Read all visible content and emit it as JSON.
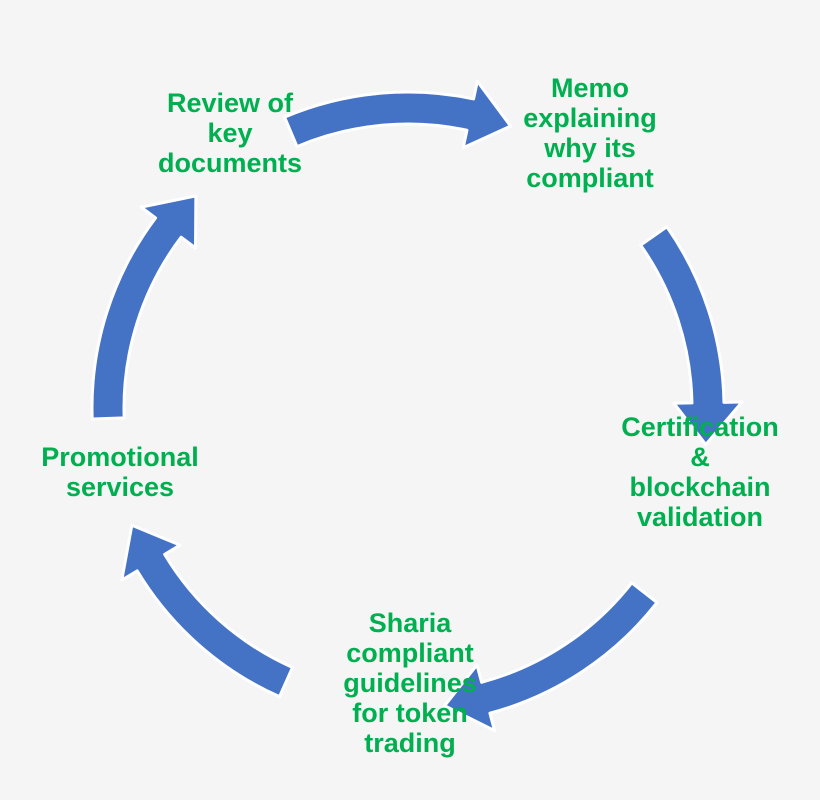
{
  "diagram": {
    "background": "#f5f5f5",
    "arrow_color": "#4472c4",
    "arrow_outline": "#ffffff",
    "text_color": "#00b050",
    "steps": [
      {
        "id": "review",
        "lines": [
          "Review of",
          "key",
          "documents"
        ]
      },
      {
        "id": "memo",
        "lines": [
          "Memo",
          "explaining",
          "why its",
          "compliant"
        ]
      },
      {
        "id": "cert",
        "lines": [
          "Certification",
          "&",
          "blockchain",
          "validation"
        ]
      },
      {
        "id": "sharia",
        "lines": [
          "Sharia",
          "compliant",
          "guidelines",
          "for token",
          "trading"
        ]
      },
      {
        "id": "promo",
        "lines": [
          "Promotional",
          "services"
        ]
      }
    ]
  }
}
